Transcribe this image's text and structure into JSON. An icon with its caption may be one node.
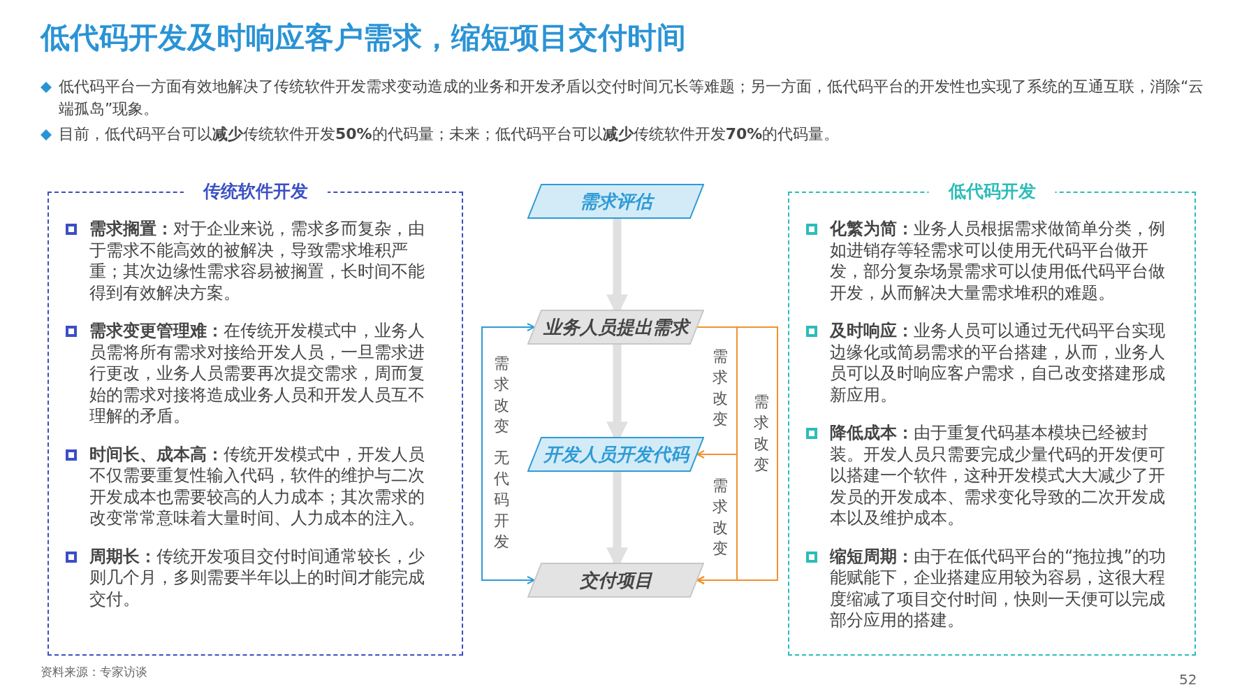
{
  "diagram": {
    "title": "低代码开发及时响应客户需求，缩短项目交付时间",
    "caption": "资料来源：专家访谈",
    "nodes": [
      {
        "text": [
          "传统软件开发",
          "**需求搁置：**对于企业来说，需求多而复杂，由于需求不能高效的被解决，导致需求堆积严重；其次边缘性需求容易被搁置，长时间不能得到有效解决方案。",
          "**需求变更管理难：**在传统开发模式中，业务人员需将所有需求对接给开发人员，一旦需求进行更改，业务人员需要再次提交需求，周而复始的需求对接将造成业务人员和开发人员互不理解的矛盾。",
          "**时间长、成本高：**传统开发模式中，开发人员不仅需要重复性输入代码，软件的维护与二次开发成本也需要较高的人力成本；其次需求的改变常常意味着大量时间、人力成本的注入。",
          "**周期长：**传统开发项目交付时间通常较长，少则几个月，多则需要半年以上的时间才能完成交付。"
        ]
      },
      {
        "text": [
          "需求评估"
        ]
      },
      {
        "text": [
          "业务人员提出需求"
        ]
      },
      {
        "text": [
          "开发人员开发代码"
        ]
      },
      {
        "text": [
          "交付项目"
        ]
      },
      {
        "text": [
          "低代码开发",
          "**化繁为简：**业务人员根据需求做简单分类，例如进销存等轻需求可以使用无代码平台做开发，部分复杂场景需求可以使用低代码平台做开发，从而解决大量需求堆积的难题。",
          "**及时响应：**业务人员可以通过无代码平台实现边缘化或简易需求的平台搭建，从而，业务人员可以及时响应客户需求，自己改变搭建形成新应用。",
          "**降低成本：**由于重复代码基本模块已经被封装。开发人员只需要完成少量代码的开发便可以搭建一个软件，这种开发模式大大减少了开发员的开发成本、需求变化导致的二次开发成本以及维护成本。",
          "**缩短周期：**由于在低代码平台的“拖拉拽”的功能赋能下，企业搭建应用较为容易，这很大程度缩减了项目交付时间，快则一天便可以完成部分应用的搭建。"
        ]
      }
    ],
    "edges": [
      {
        "from": 1,
        "to": 2,
        "arrow": "to",
        "style": "thick",
        "color": "#e0e0e0"
      },
      {
        "from": 2,
        "to": 3,
        "arrow": "to",
        "style": "thick",
        "color": "#e0e0e0"
      },
      {
        "from": 3,
        "to": 4,
        "arrow": "to",
        "style": "thick",
        "color": "#e0e0e0"
      },
      {
        "from": 4,
        "to": 2,
        "arrow": "to",
        "label": "需求改变",
        "color": "#2e9bd6"
      },
      {
        "from": 2,
        "to": 4,
        "arrow": "to",
        "label": "无代码开发",
        "color": "#2e9bd6"
      },
      {
        "from": 2,
        "to": 3,
        "arrow": "to",
        "label": "需求改变",
        "color": "#f0922e"
      },
      {
        "from": 2,
        "to": 4,
        "arrow": "to",
        "label": "需求改变",
        "color": "#f0922e"
      },
      {
        "from": 2,
        "to": 4,
        "arrow": "to",
        "label": "需求改变",
        "color": "#f0922e"
      }
    ],
    "labels": [
      "低代码平台一方面有效地解决了传统软件开发需求变动造成的业务和开发矛盾以交付时间冗长等难题；另一方面，低代码平台的开发性也实现了系统的互通互联，消除“云端孤岛”现象。",
      "目前，低代码平台可以**减少**传统软件开发**50%**的代码量；未来；低代码平台可以**减少**传统软件开发**70%**的代码量。",
      "52"
    ]
  }
}
